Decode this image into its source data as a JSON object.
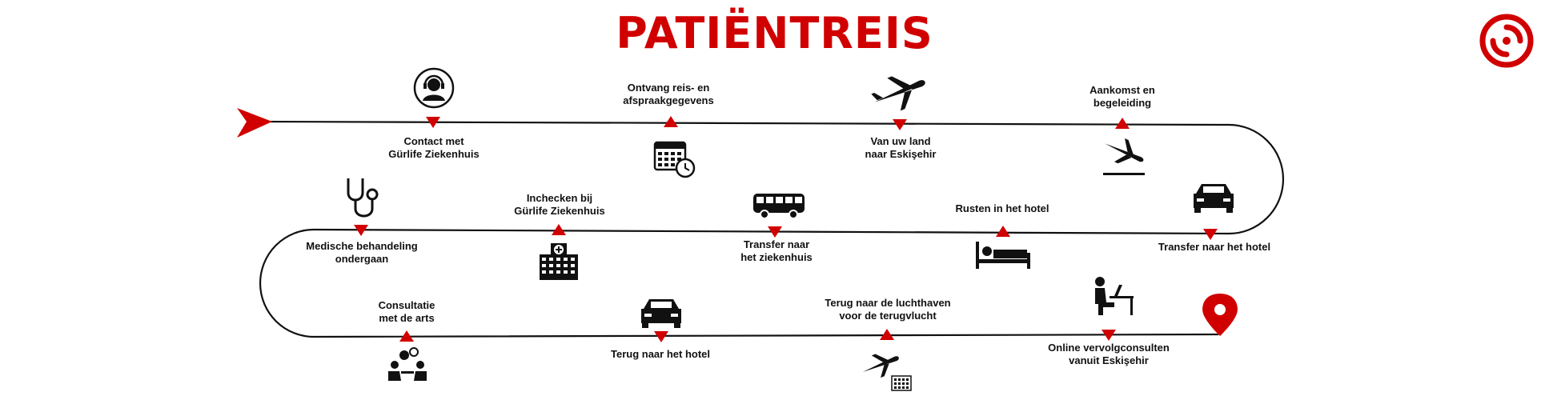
{
  "title": "PATIËNTREIS",
  "colors": {
    "accent": "#d10000",
    "ink": "#111111"
  },
  "steps": [
    {
      "label": "Contact met\nGürlife Ziekenhuis",
      "icon": "call-center-icon"
    },
    {
      "label": "Ontvang reis- en\nafspraakgegevens",
      "icon": "calendar-clock-icon"
    },
    {
      "label": "Van uw land\nnaar Eskişehir",
      "icon": "airplane-icon"
    },
    {
      "label": "Aankomst en\nbegeleiding",
      "icon": "airplane-landing-icon"
    },
    {
      "label": "Transfer naar het hotel",
      "icon": "car-icon"
    },
    {
      "label": "Rusten in het hotel",
      "icon": "bed-icon"
    },
    {
      "label": "Transfer naar\nhet ziekenhuis",
      "icon": "bus-icon"
    },
    {
      "label": "Inchecken bij\nGürlife Ziekenhuis",
      "icon": "hospital-icon"
    },
    {
      "label": "Medische behandeling\nondergaan",
      "icon": "stethoscope-icon"
    },
    {
      "label": "Consultatie\nmet de arts",
      "icon": "consultation-icon"
    },
    {
      "label": "Terug naar het hotel",
      "icon": "car-icon"
    },
    {
      "label": "Terug naar de luchthaven\nvoor de terugvlucht",
      "icon": "airplane-building-icon"
    },
    {
      "label": "Online vervolgconsulten\nvanuit Eskişehir",
      "icon": "person-laptop-icon"
    }
  ]
}
